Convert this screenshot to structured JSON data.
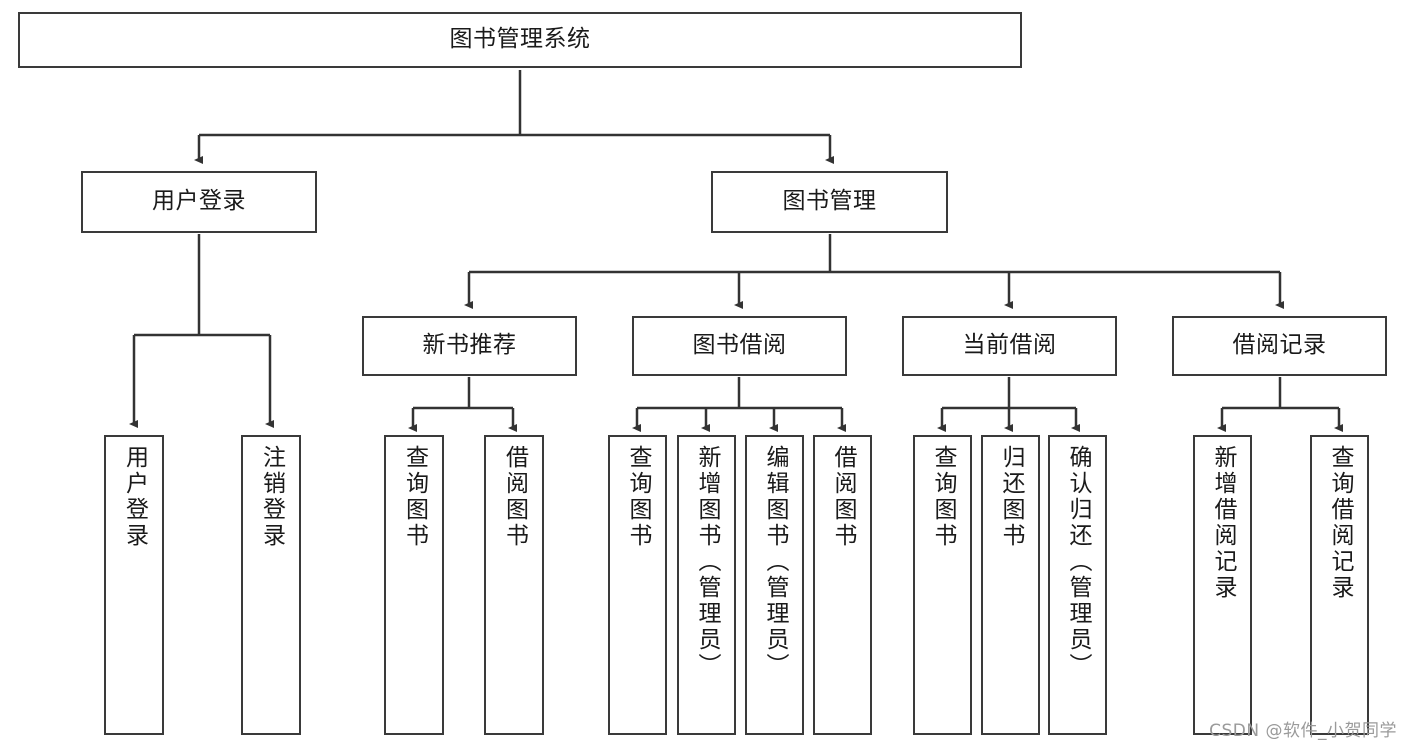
{
  "diagram": {
    "title": "图书管理系统",
    "type": "tree-hierarchy",
    "watermark": "CSDN @软件_小贺同学",
    "colors": {
      "box_border": "#3a3a3a",
      "box_fill": "#ffffff",
      "edge": "#333333",
      "text": "#1a1a1a",
      "watermark": "#9a9a9a"
    },
    "nodes": {
      "root": {
        "label": "图书管理系统"
      },
      "level2": [
        {
          "label": "用户登录"
        },
        {
          "label": "图书管理"
        }
      ],
      "level3": [
        {
          "label": "新书推荐"
        },
        {
          "label": "图书借阅"
        },
        {
          "label": "当前借阅"
        },
        {
          "label": "借阅记录"
        }
      ],
      "leaves": {
        "user_login": [
          {
            "label": "用户登录"
          },
          {
            "label": "注销登录"
          }
        ],
        "new_book": [
          {
            "label": "查询图书"
          },
          {
            "label": "借阅图书"
          }
        ],
        "book_borrow": [
          {
            "label": "查询图书"
          },
          {
            "label": "新增图书（管理员）"
          },
          {
            "label": "编辑图书（管理员）"
          },
          {
            "label": "借阅图书"
          }
        ],
        "current_borrow": [
          {
            "label": "查询图书"
          },
          {
            "label": "归还图书"
          },
          {
            "label": "确认归还（管理员）"
          }
        ],
        "borrow_record": [
          {
            "label": "新增借阅记录"
          },
          {
            "label": "查询借阅记录"
          }
        ]
      }
    }
  }
}
